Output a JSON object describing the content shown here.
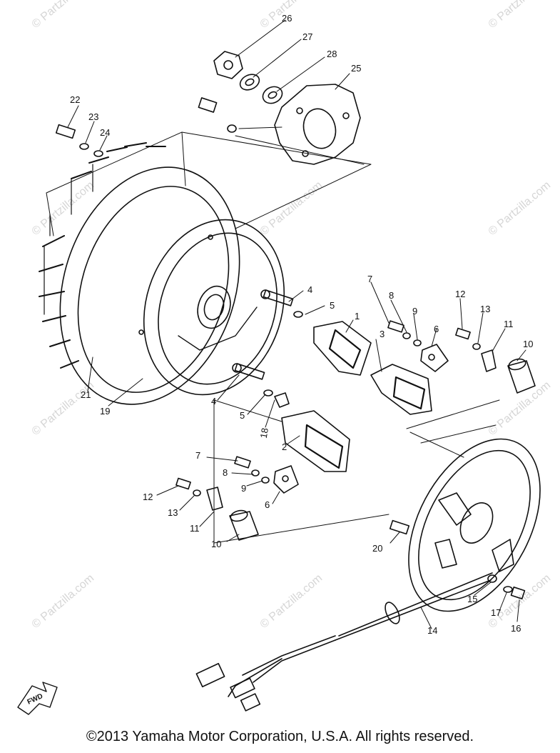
{
  "copyright": "©2013 Yamaha Motor Corporation, U.S.A. All rights reserved.",
  "watermark": "© Partzilla.com",
  "fwd_label": "FWD",
  "callouts": {
    "c1": "1",
    "c2": "2",
    "c3": "3",
    "c4a": "4",
    "c4b": "4",
    "c5a": "5",
    "c5b": "5",
    "c6a": "6",
    "c6b": "6",
    "c7a": "7",
    "c7b": "7",
    "c8a": "8",
    "c8b": "8",
    "c9a": "9",
    "c9b": "9",
    "c10a": "10",
    "c10b": "10",
    "c11a": "11",
    "c11b": "11",
    "c12a": "12",
    "c12b": "12",
    "c13a": "13",
    "c13b": "13",
    "c14": "14",
    "c15": "15",
    "c16": "16",
    "c17": "17",
    "c18": "18",
    "c19": "19",
    "c20": "20",
    "c21": "21",
    "c22": "22",
    "c23": "23",
    "c24": "24",
    "c25": "25",
    "c26": "26",
    "c27": "27",
    "c28": "28"
  },
  "colors": {
    "line": "#111111",
    "watermark": "#d6d6d6",
    "background": "#ffffff"
  }
}
